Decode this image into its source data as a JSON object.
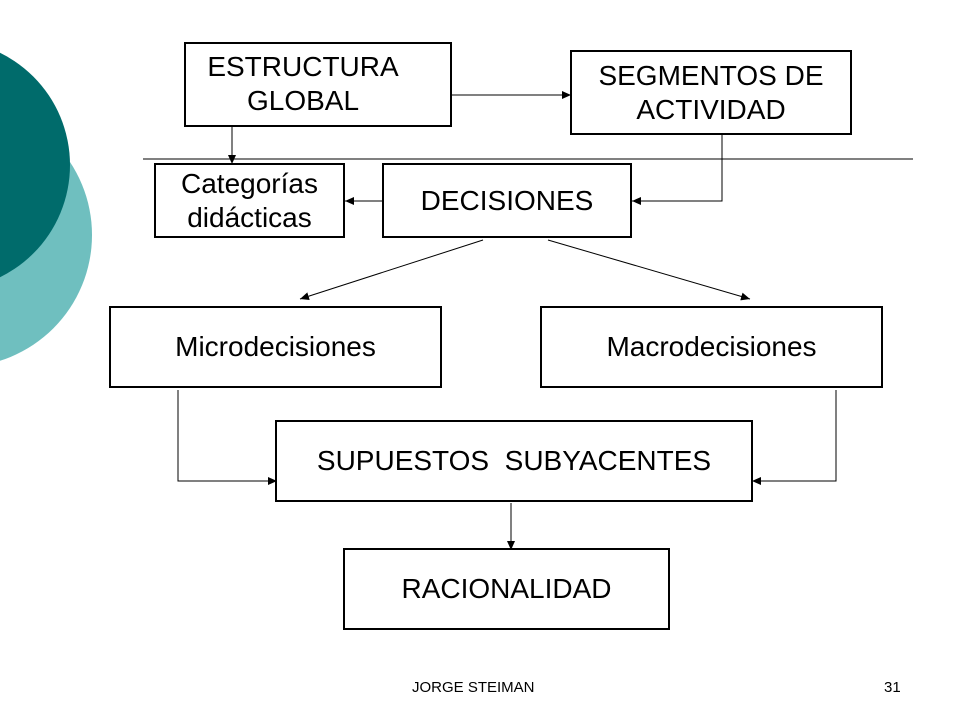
{
  "colors": {
    "dark_teal": "#006b6b",
    "light_teal": "#6fbfbf",
    "line": "#000000",
    "background": "#ffffff"
  },
  "nodes": {
    "estructura_global": [
      "ESTRUCTURA",
      "GLOBAL"
    ],
    "segmentos": [
      "SEGMENTOS DE",
      "ACTIVIDAD"
    ],
    "categorias": [
      "Categorías",
      "didácticas"
    ],
    "decisiones": "DECISIONES",
    "microdecisiones": "Microdecisiones",
    "macrodecisiones": "Macrodecisiones",
    "supuestos": "SUPUESTOS  SUBYACENTES",
    "racionalidad": "RACIONALIDAD"
  },
  "footer": {
    "author": "JORGE STEIMAN",
    "page_number": "31"
  }
}
